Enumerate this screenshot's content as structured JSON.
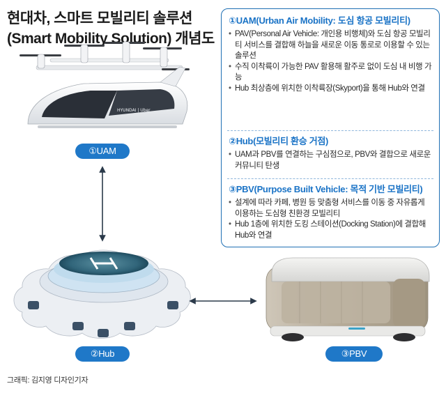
{
  "title": {
    "line1": "현대차, 스마트 모빌리티 솔루션",
    "line2": "(Smart Mobility Solution) 개념도"
  },
  "panel": {
    "sections": [
      {
        "heading": "①UAM(Urban Air Mobility: 도심 항공 모빌리티)",
        "bullets": [
          "PAV(Personal Air Vehicle: 개인용 비행체)와 도심 항공 모빌리티 서비스를 결합해 하늘을 새로운 이동 통로로 이용할 수 있는 솔루션",
          "수직 이착륙이 가능한 PAV 활용해 활주로 없이 도심 내 비행 가능",
          "Hub 최상층에 위치한 이착륙장(Skyport)을 통해 Hub와 연결"
        ]
      },
      {
        "heading": "②Hub(모빌리티 환승 거점)",
        "bullets": [
          "UAM과 PBV를 연결하는 구심점으로, PBV와 결합으로 새로운 커뮤니티 탄생"
        ]
      },
      {
        "heading": "③PBV(Purpose Built Vehicle: 목적 기반 모빌리티)",
        "bullets": [
          "설계에 따라 카페, 병원 등 맞춤형 서비스를 이동 중 자유롭게 이용하는 도심형 친환경 모빌리티",
          "Hub 1층에 위치한 도킹 스테이션(Docking Station)에 결합해 Hub와 연결"
        ]
      }
    ]
  },
  "labels": {
    "uam": "①UAM",
    "hub": "②Hub",
    "pbv": "③PBV"
  },
  "aircraft_livery": "HYUNDAI | Uber",
  "credit": "그래픽: 김지영 디자인기자",
  "colors": {
    "accent_blue": "#1f78c8",
    "heading_blue": "#1a73c6",
    "panel_border": "#1e6fb3"
  }
}
